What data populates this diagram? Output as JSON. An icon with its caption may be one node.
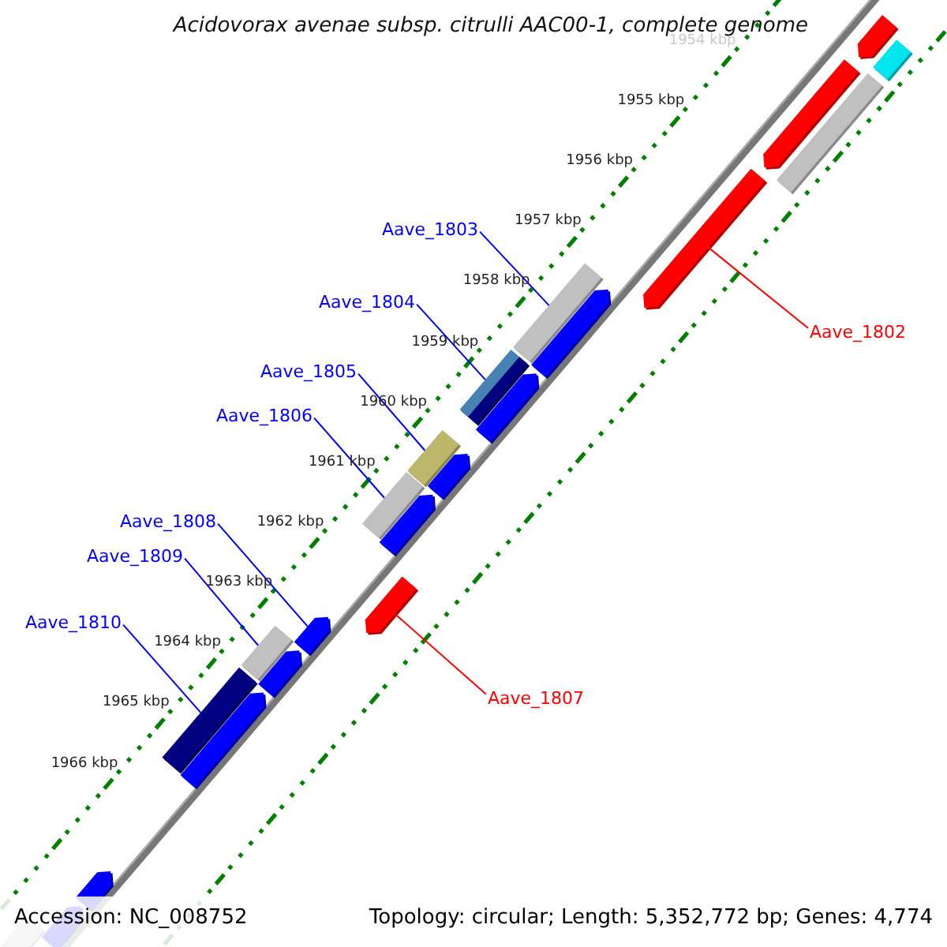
{
  "diagram": {
    "title": "Acidovorax avenae subsp. citrulli AAC00-1, complete genome",
    "nodes": [
      {
        "text": [
          "Aave_1803"
        ]
      },
      {
        "text": [
          "Aave_1804"
        ]
      },
      {
        "text": [
          "Aave_1802"
        ]
      },
      {
        "text": [
          "Aave_1805"
        ]
      },
      {
        "text": [
          "Aave_1806"
        ]
      },
      {
        "text": [
          "Aave_1808"
        ]
      },
      {
        "text": [
          "Aave_1809"
        ]
      },
      {
        "text": [
          "Aave_1810"
        ]
      },
      {
        "text": [
          "Aave_1807"
        ]
      },
      {
        "text": [],
        "shape": "pentagon"
      },
      {
        "text": [],
        "shape": "bar"
      },
      {
        "text": [],
        "shape": "pentagon"
      },
      {
        "text": [],
        "shape": "bar"
      },
      {
        "text": [],
        "shape": "pentagon"
      },
      {
        "text": [],
        "shape": "bar"
      },
      {
        "text": [],
        "shape": "pentagon"
      },
      {
        "text": [],
        "shape": "bar"
      },
      {
        "text": [],
        "shape": "bar"
      },
      {
        "text": [],
        "shape": "pentagon"
      },
      {
        "text": [],
        "shape": "bar"
      },
      {
        "text": [],
        "shape": "pentagon"
      },
      {
        "text": [],
        "shape": "bar"
      },
      {
        "text": [],
        "shape": "pentagon"
      },
      {
        "text": [],
        "shape": "pentagon"
      },
      {
        "text": [],
        "shape": "pentagon"
      },
      {
        "text": [],
        "shape": "bar"
      },
      {
        "text": [],
        "shape": "pentagon"
      },
      {
        "text": [],
        "shape": "bar"
      },
      {
        "text": [],
        "shape": "pentagon"
      },
      {
        "text": [],
        "shape": "pentagon"
      },
      {
        "text": [],
        "shape": "pentagon"
      },
      {
        "text": [],
        "shape": "bar"
      }
    ],
    "edges": [
      {
        "from": 0,
        "to": 14,
        "arrow": "none"
      },
      {
        "from": 1,
        "to": 16,
        "arrow": "none"
      },
      {
        "from": 2,
        "to": 13,
        "arrow": "none",
        "color": "#ff0000"
      },
      {
        "from": 3,
        "to": 19,
        "arrow": "none"
      },
      {
        "from": 4,
        "to": 21,
        "arrow": "none"
      },
      {
        "from": 5,
        "to": 24,
        "arrow": "none"
      },
      {
        "from": 6,
        "to": 25,
        "arrow": "none"
      },
      {
        "from": 7,
        "to": 27,
        "arrow": "none"
      },
      {
        "from": 8,
        "to": 23,
        "arrow": "none",
        "color": "#ff0000"
      }
    ],
    "labels": [
      "1954 kbp",
      "1955 kbp",
      "1956 kbp",
      "1957 kbp",
      "1958 kbp",
      "1959 kbp",
      "1960 kbp",
      "1961 kbp",
      "1962 kbp",
      "1963 kbp",
      "1964 kbp",
      "1965 kbp",
      "1966 kbp",
      "Accession: NC_008752",
      "Topology: circular; Length: 5,352,772 bp; Genes: 4,774"
    ]
  }
}
